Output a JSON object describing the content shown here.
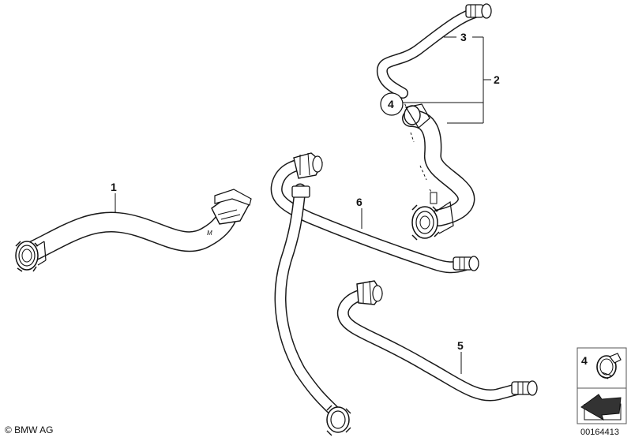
{
  "callouts": {
    "c1": "1",
    "c2": "2",
    "c3": "3",
    "c4": "4",
    "c5": "5",
    "c6": "6"
  },
  "legend": {
    "part_number": "4",
    "part_icon": "hose-clamp-icon",
    "arrow_icon": "direction-arrow-icon"
  },
  "footer": {
    "copyright": "© BMW AG",
    "diagram_id": "00164413"
  }
}
